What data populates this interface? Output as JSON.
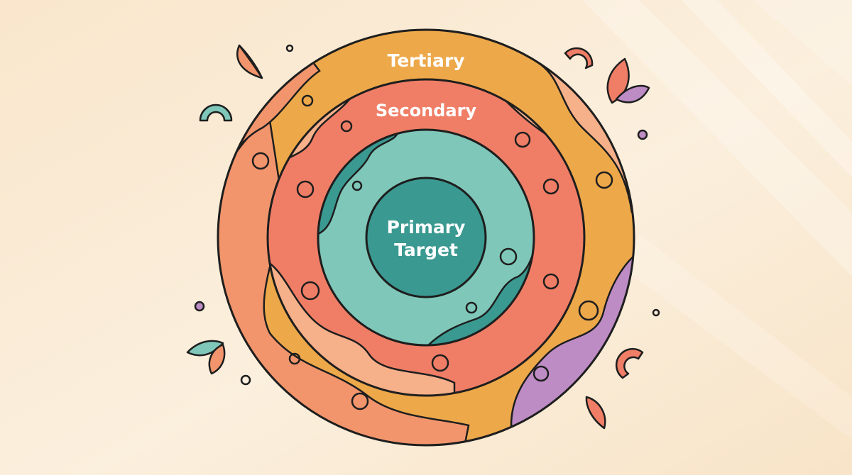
{
  "diagram": {
    "rings": [
      {
        "name": "tertiary",
        "label": "Tertiary",
        "color": "#EDA84A"
      },
      {
        "name": "secondary",
        "label": "Secondary",
        "color": "#F07E66"
      },
      {
        "name": "primary",
        "label_lines": [
          "Primary",
          "Target"
        ],
        "color": "#7FC7B9",
        "core_color": "#3A9990"
      }
    ],
    "accent_colors": {
      "background": "#FBEBD3",
      "peach": "#F6B08A",
      "purple": "#BE8CC4",
      "teal_dark": "#3A9990",
      "outline": "#1E1E1E"
    }
  }
}
